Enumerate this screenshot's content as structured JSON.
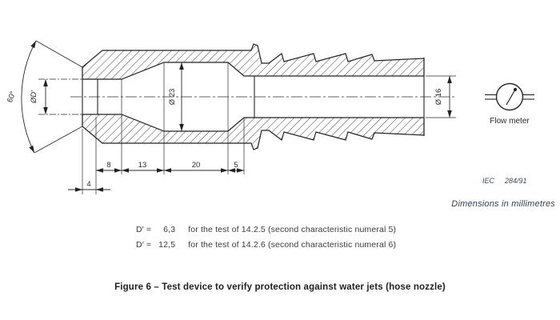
{
  "drawing": {
    "spray_angle_label": "60°",
    "dimensions": {
      "orifice_diameter": "ØD′",
      "chamber_diameter": "Ø 23",
      "hose_bore_diameter": "Ø 16",
      "orifice_length": "4",
      "front_section": "8",
      "cone_section": "13",
      "chamber_length": "20",
      "outlet_cone": "5"
    },
    "flow_meter_label": "Flow meter",
    "ref_org": "IEC",
    "ref_number": "284/91"
  },
  "notes": {
    "units": "Dimensions in millimetres",
    "d_values": [
      {
        "eq": "D′ =",
        "val": "6,3",
        "desc": "for the test of 14.2.5 (second characteristic numeral 5)"
      },
      {
        "eq": "D′ =",
        "val": "12,5",
        "desc": "for the test of 14.2.6 (second characteristic numeral 6)"
      }
    ]
  },
  "caption": "Figure 6 – Test device to verify protection against water jets (hose nozzle)"
}
